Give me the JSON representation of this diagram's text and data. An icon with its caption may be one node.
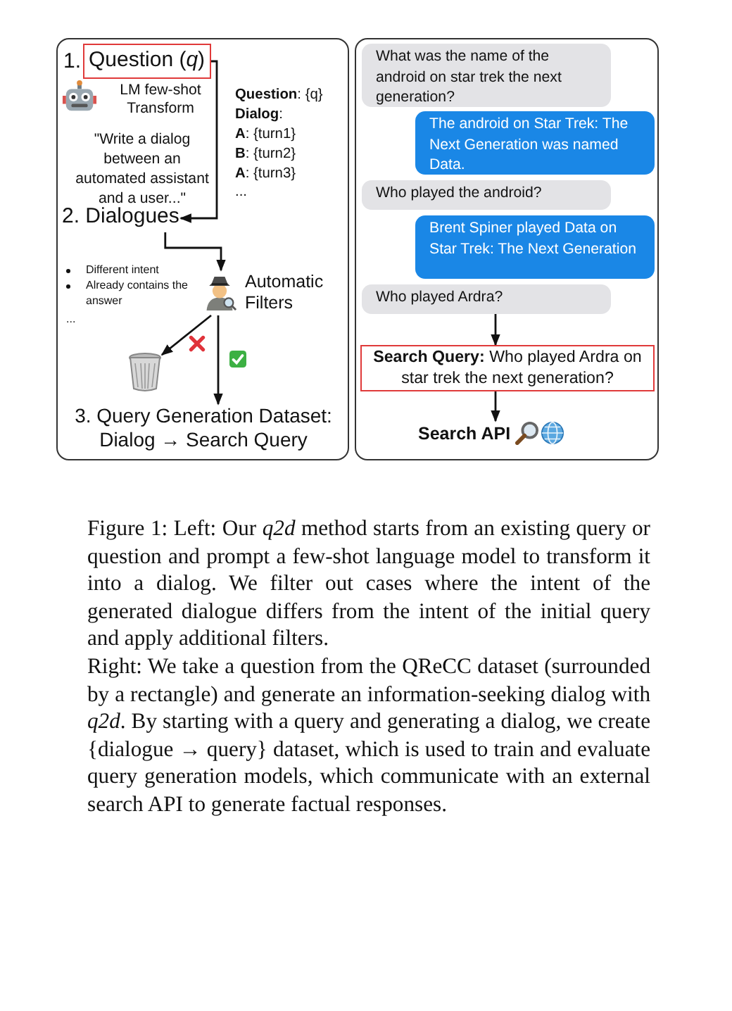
{
  "diagram": {
    "caption": "Figure 1: Left: Our *q2d* method starts from an existing query or question and prompt a few-shot language model to transform it into a dialog. We filter out cases where the intent of the generated dialogue differs from the intent of the initial query and apply additional filters.",
    "nodes": [
      {
        "text": [],
        "shape": "box"
      },
      {
        "text": [
          "Question (*q*)"
        ],
        "beside": [
          "1."
        ],
        "in": 0
      },
      {
        "text": [
          "LM few-shot Transform"
        ],
        "in": 0
      },
      {
        "text": [
          "2. Dialogues"
        ],
        "in": 0
      },
      {
        "text": [
          "Automatic Filters"
        ],
        "in": 0
      },
      {
        "text": [],
        "shape": "bin",
        "in": 0
      },
      {
        "text": [
          "3. Query Generation Dataset: Dialog → Search Query"
        ],
        "in": 0
      },
      {
        "text": [],
        "shape": "box"
      },
      {
        "text": [
          "What was the name of the android on star trek the next generation?"
        ],
        "in": 7
      },
      {
        "text": [
          "The android on Star Trek: The Next Generation was named Data."
        ],
        "in": 7
      },
      {
        "text": [
          "Who played the android?"
        ],
        "in": 7
      },
      {
        "text": [
          "Brent Spiner played Data on Star Trek: The Next Generation"
        ],
        "in": 7
      },
      {
        "text": [
          "Who played Ardra?"
        ],
        "in": 7
      },
      {
        "text": [
          "**Search Query:** Who played Ardra on star trek the next generation?"
        ],
        "in": 7
      },
      {
        "text": [
          "Search API"
        ],
        "in": 7
      }
    ],
    "edges": [
      {
        "from": 1,
        "to": 3,
        "arrow": "to"
      },
      {
        "from": 3,
        "to": 4,
        "arrow": "to"
      },
      {
        "from": 4,
        "to": 5,
        "arrow": "to"
      },
      {
        "from": 4,
        "to": 6,
        "arrow": "to"
      },
      {
        "from": 12,
        "to": 13,
        "arrow": "to"
      },
      {
        "from": 13,
        "to": 14,
        "arrow": "to"
      }
    ],
    "labels": [
      "\"Write a dialog between an automated assistant and a user...\"",
      "**Question**: {q}",
      "**Dialog**:",
      "**A**: {turn1}",
      "**B**: {turn2}",
      "**A**: {turn3}",
      "...",
      "Different intent",
      "Already contains the answer",
      "...",
      "Right: We take a question from the QReCC dataset (surrounded by a rectangle) and generate an information-seeking dialog with *q2d*. By starting with a query and generating a dialog, we create {dialogue → query} dataset, which is used to train and evaluate query generation models, which communicate with an external search API to generate factual responses."
    ]
  }
}
